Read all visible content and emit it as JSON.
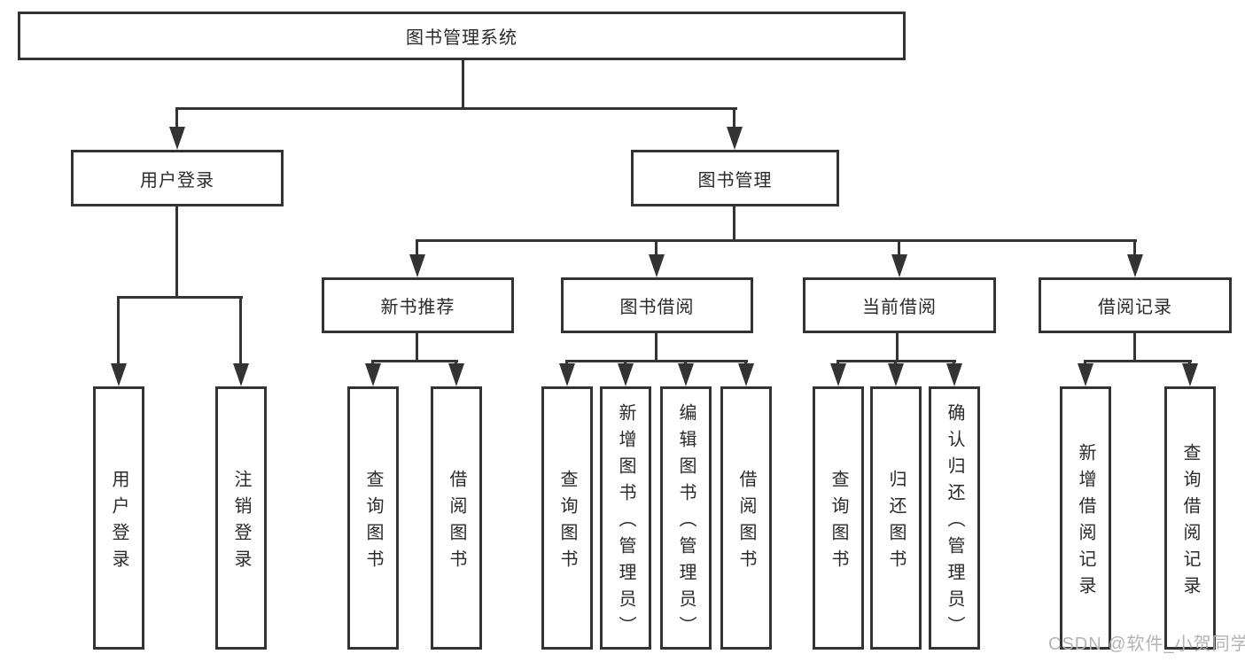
{
  "root": {
    "label": "图书管理系统"
  },
  "level2": {
    "user_login": {
      "label": "用户登录"
    },
    "book_mgmt": {
      "label": "图书管理"
    }
  },
  "level3": {
    "new_books": {
      "label": "新书推荐"
    },
    "book_borrow": {
      "label": "图书借阅"
    },
    "current_borrow": {
      "label": "当前借阅"
    },
    "borrow_records": {
      "label": "借阅记录"
    }
  },
  "leaves": {
    "user_login": [
      "用户登录",
      "注销登录"
    ],
    "new_books": [
      "查询图书",
      "借阅图书"
    ],
    "book_borrow": [
      "查询图书",
      "新增图书（管理员）",
      "编辑图书（管理员）",
      "借阅图书"
    ],
    "current_borrow": [
      "查询图书",
      "归还图书",
      "确认归还（管理员）"
    ],
    "borrow_records": [
      "新增借阅记录",
      "查询借阅记录"
    ]
  },
  "watermark": {
    "text": "CSDN @软件_小贺同学"
  },
  "colors": {
    "line": "#333333",
    "text": "#2a2a2a",
    "watermark": "#b3b3b3",
    "background": "#ffffff"
  }
}
